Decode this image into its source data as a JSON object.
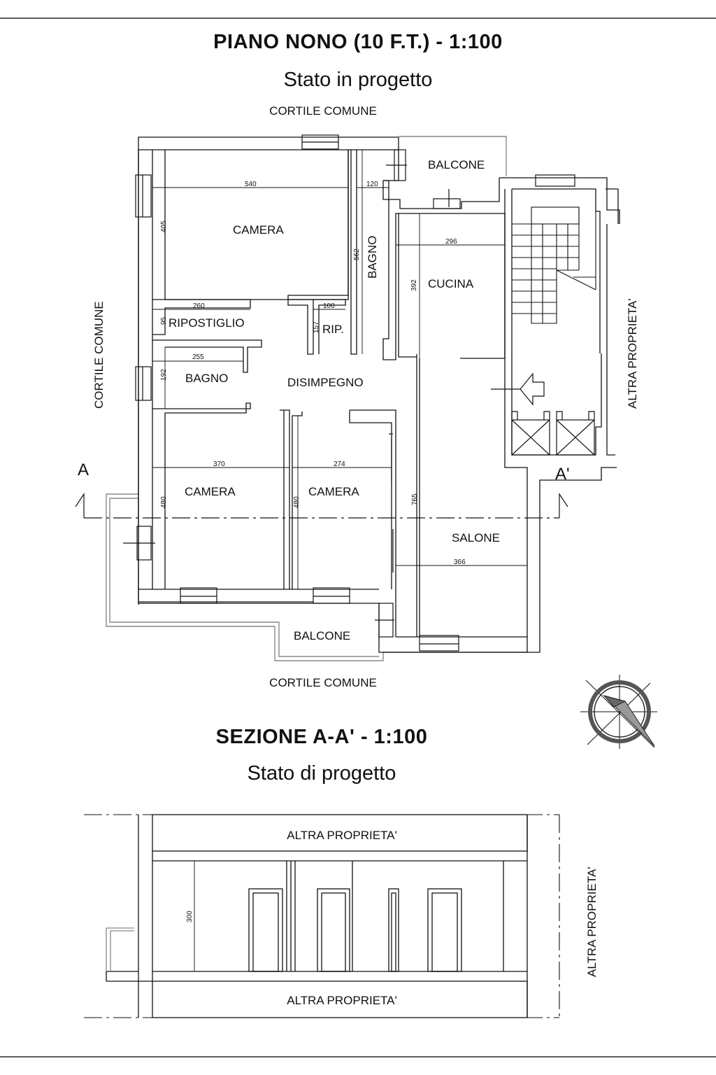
{
  "sheet": {
    "title": "PIANO NONO (10 F.T.) - 1:100",
    "subtitle": "Stato in progetto",
    "section_title": "SEZIONE A-A' - 1:100",
    "section_subtitle": "Stato di progetto"
  },
  "plan": {
    "surroundings": {
      "north": "CORTILE COMUNE",
      "south": "CORTILE COMUNE",
      "west": "CORTILE COMUNE",
      "east": "ALTRA PROPRIETA'"
    },
    "rooms": {
      "camera_1": "CAMERA",
      "bagno_1": "BAGNO",
      "balcone_north": "BALCONE",
      "cucina": "CUCINA",
      "ripostiglio": "RIPOSTIGLIO",
      "rip": "RIP.",
      "bagno_2": "BAGNO",
      "disimpegno": "DISIMPEGNO",
      "camera_2": "CAMERA",
      "camera_3": "CAMERA",
      "salone": "SALONE",
      "balcone_south": "BALCONE"
    },
    "dimensions": {
      "camera_1_width": "540",
      "camera_1_depth": "405",
      "bagno_1_width": "120",
      "bagno_1_depth": "562",
      "cucina_width": "296",
      "cucina_depth": "392",
      "ripostiglio_width": "260",
      "ripostiglio_depth": "95",
      "rip_width": "100",
      "rip_depth": "157",
      "bagno_2_width": "255",
      "bagno_2_depth": "192",
      "camera_2_width": "370",
      "camera_2_depth": "480",
      "camera_3_width": "274",
      "camera_3_depth": "480",
      "salone_depth": "765",
      "salone_width": "366"
    },
    "section_markers": {
      "left": "A",
      "right": "A'"
    }
  },
  "section": {
    "above": "ALTRA PROPRIETA'",
    "below": "ALTRA PROPRIETA'",
    "side": "ALTRA PROPRIETA'",
    "height": "300"
  }
}
